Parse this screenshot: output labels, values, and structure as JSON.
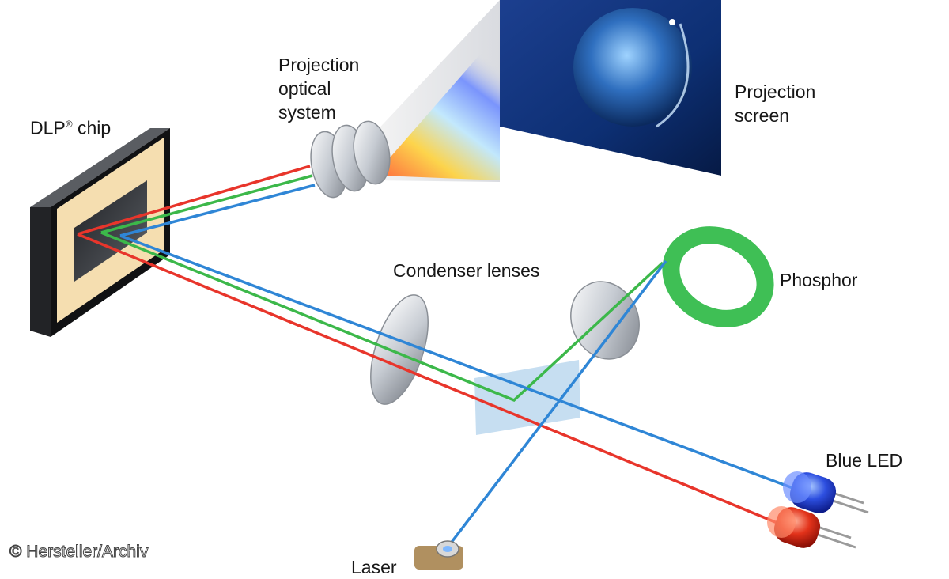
{
  "labels": {
    "dlp_chip": "DLP",
    "dlp_chip_mark": "®",
    "dlp_chip_suffix": " chip",
    "projection_optical_system": [
      "Projection",
      "optical",
      "system"
    ],
    "projection_screen": [
      "Projection",
      "screen"
    ],
    "condenser_lenses": "Condenser lenses",
    "phosphor": "Phosphor",
    "blue_led": "Blue LED",
    "laser": "Laser"
  },
  "credit": "© Hersteller/Archiv",
  "colors": {
    "red_beam": "#e8352b",
    "green_beam": "#3cb84a",
    "blue_beam": "#2f86d6",
    "chip_frame": "#f5deb0",
    "phosphor_ring": "#3fbf55",
    "screen_space": "#0d2f73"
  }
}
